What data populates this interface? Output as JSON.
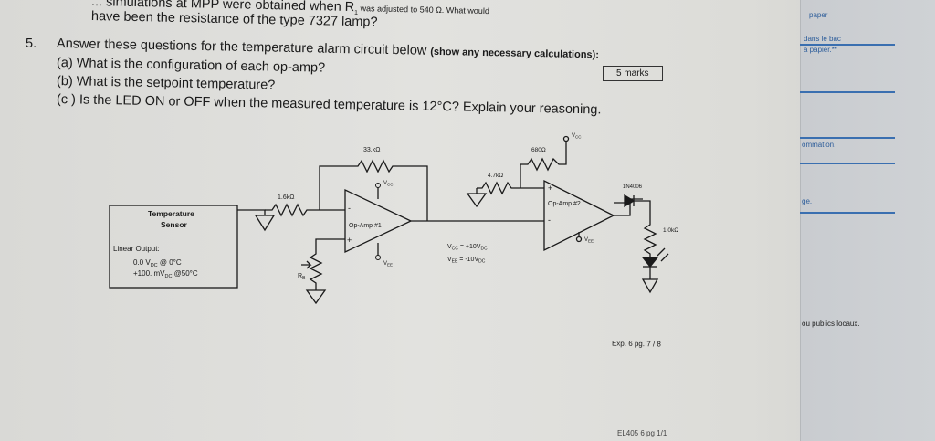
{
  "header": {
    "line1_partial": "... simulations at MPP were obtained when R",
    "line1_sub": "1",
    "line1_rest": " was adjusted to 540 Ω. What would",
    "line2": "have been the resistance of the type 7327 lamp?"
  },
  "question": {
    "number": "5.",
    "prompt": "Answer these questions for the temperature alarm circuit below",
    "prompt_bold": "(show any necessary calculations):",
    "a": "(a)   What is the configuration of each op-amp?",
    "b": "(b)   What is the setpoint temperature?",
    "c": "(c )   Is the LED ON or OFF when the measured temperature is 12°C? Explain your reasoning.",
    "marks": "5 marks"
  },
  "circuit": {
    "sensor_title1": "Temperature",
    "sensor_title2": "Sensor",
    "sensor_line1": "Linear Output:",
    "sensor_line2": "0.0 V",
    "sensor_line2_sub": "DC",
    "sensor_line2_rest": " @ 0°C",
    "sensor_line3": "+100. mV",
    "sensor_line3_sub": "DC",
    "sensor_line3_rest": " @50°C",
    "r_feedback": "33.kΩ",
    "r_input": "1.6kΩ",
    "r_b": "R",
    "r_b_sub": "B",
    "opamp1": "Op-Amp #1",
    "opamp2": "Op-Amp #2",
    "r_680": "680Ω",
    "r_47": "4.7kΩ",
    "diode": "1N4006",
    "r_led": "1.0kΩ",
    "vcc": "V",
    "vcc_sub": "CC",
    "vee": "V",
    "vee_sub": "EE",
    "supply1": "V",
    "supply1_sub": "CC",
    "supply1_rest": " = +10V",
    "supply1_unit": "DC",
    "supply2": "V",
    "supply2_sub": "EE",
    "supply2_rest": " = -10V",
    "supply2_unit": "DC",
    "plus": "+",
    "minus": "-"
  },
  "footer": {
    "page": "Exp. 6  pg. 7 / 8",
    "course": "EL405 6 pg 1/1"
  },
  "side": {
    "t1": "paper",
    "t2": "dans le bac",
    "t3": "à papier.**",
    "t4": "ommation.",
    "t5": "ge.",
    "t6": "ou publics locaux."
  }
}
